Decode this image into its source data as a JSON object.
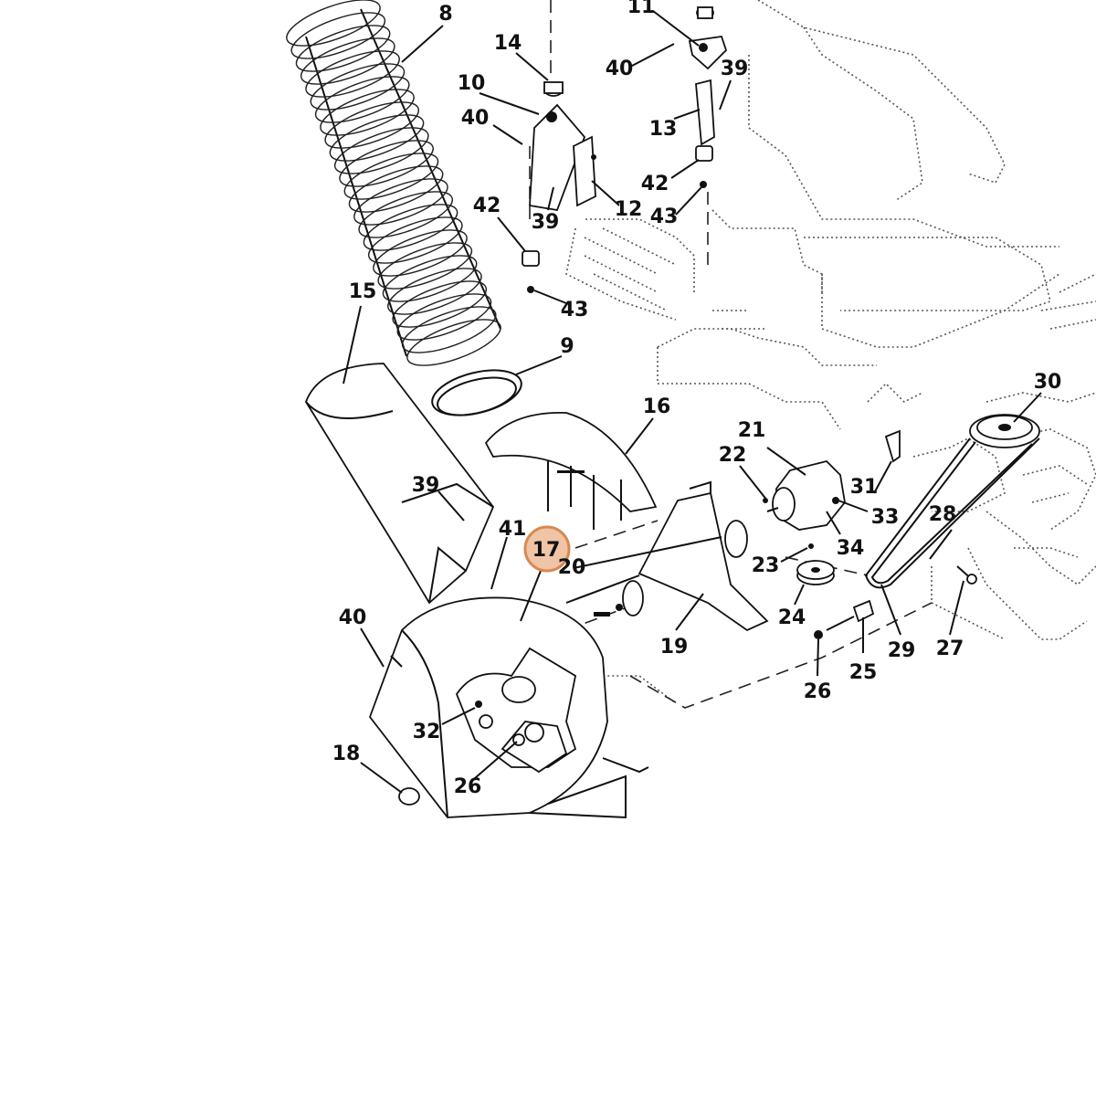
{
  "diagram": {
    "highlight_color": "#d9884e",
    "highlighted_callout": "17",
    "callouts": {
      "c8": "8",
      "c11": "11",
      "c14": "14",
      "c40a": "40",
      "c39a": "39",
      "c10": "10",
      "c40b": "40",
      "c13": "13",
      "c42a": "42",
      "c12": "12",
      "c39b": "39",
      "c43a": "43",
      "c42b": "42",
      "c43b": "43",
      "c15": "15",
      "c9": "9",
      "c30": "30",
      "c16": "16",
      "c21": "21",
      "c22": "22",
      "c31": "31",
      "c39c": "39",
      "c33": "33",
      "c28": "28",
      "c41": "41",
      "c17": "17",
      "c34": "34",
      "c20": "20",
      "c23": "23",
      "c40c": "40",
      "c24": "24",
      "c19": "19",
      "c29": "29",
      "c27": "27",
      "c25": "25",
      "c26a": "26",
      "c32": "32",
      "c18": "18",
      "c26b": "26"
    }
  }
}
